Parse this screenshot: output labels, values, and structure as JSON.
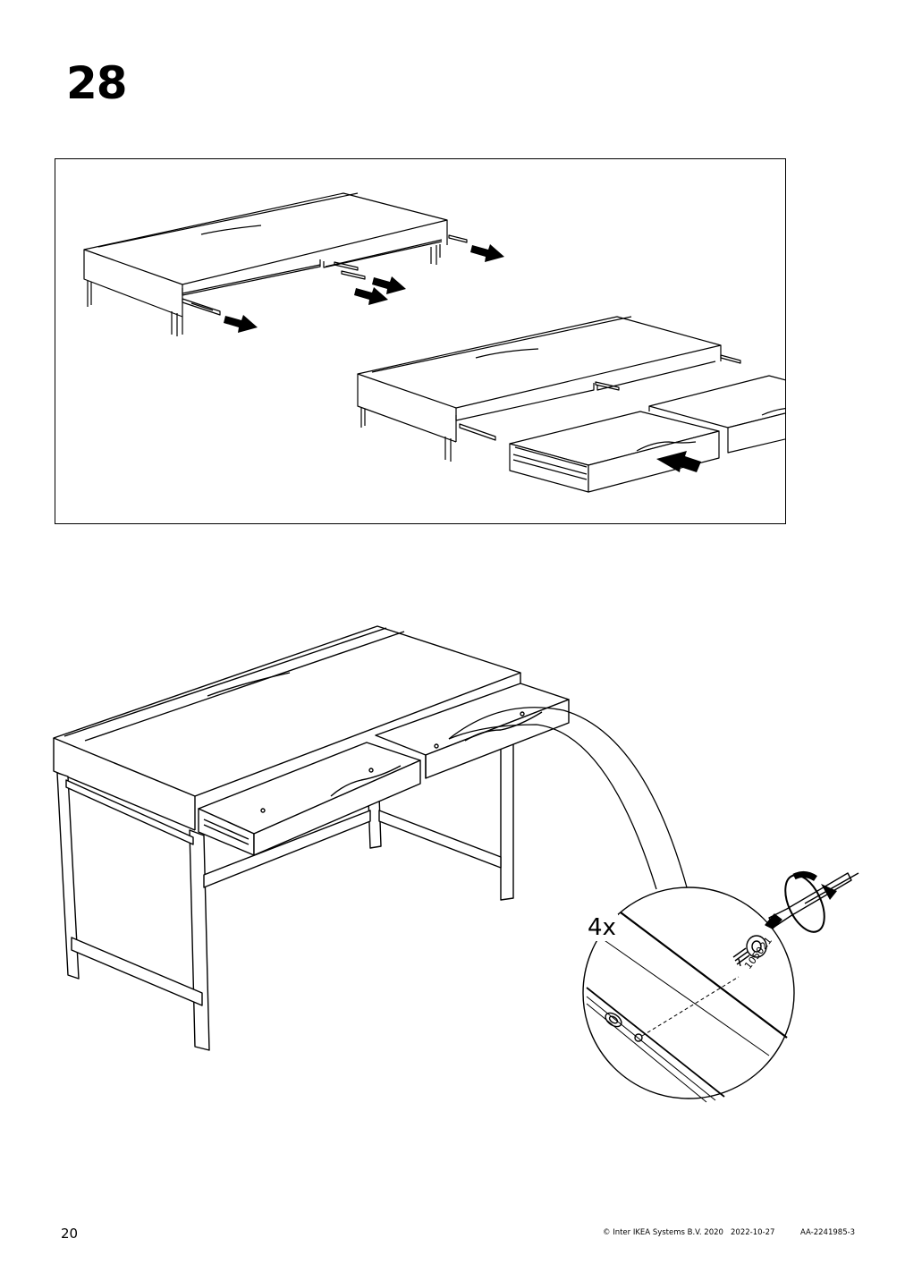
{
  "step": {
    "number": "28"
  },
  "detail": {
    "quantity": "4x",
    "part_number": "105021"
  },
  "footer": {
    "page_number": "20",
    "copyright": "© Inter IKEA Systems B.V. 2020",
    "date": "2022-10-27",
    "document_id": "AA-2241985-3"
  },
  "icons": {
    "arrow": "push-arrow-icon",
    "rotate": "clockwise-rotation-icon",
    "screwdriver": "phillips-screwdriver-icon",
    "screw": "screw-icon"
  },
  "colors": {
    "ink": "#000000",
    "paper": "#ffffff"
  }
}
